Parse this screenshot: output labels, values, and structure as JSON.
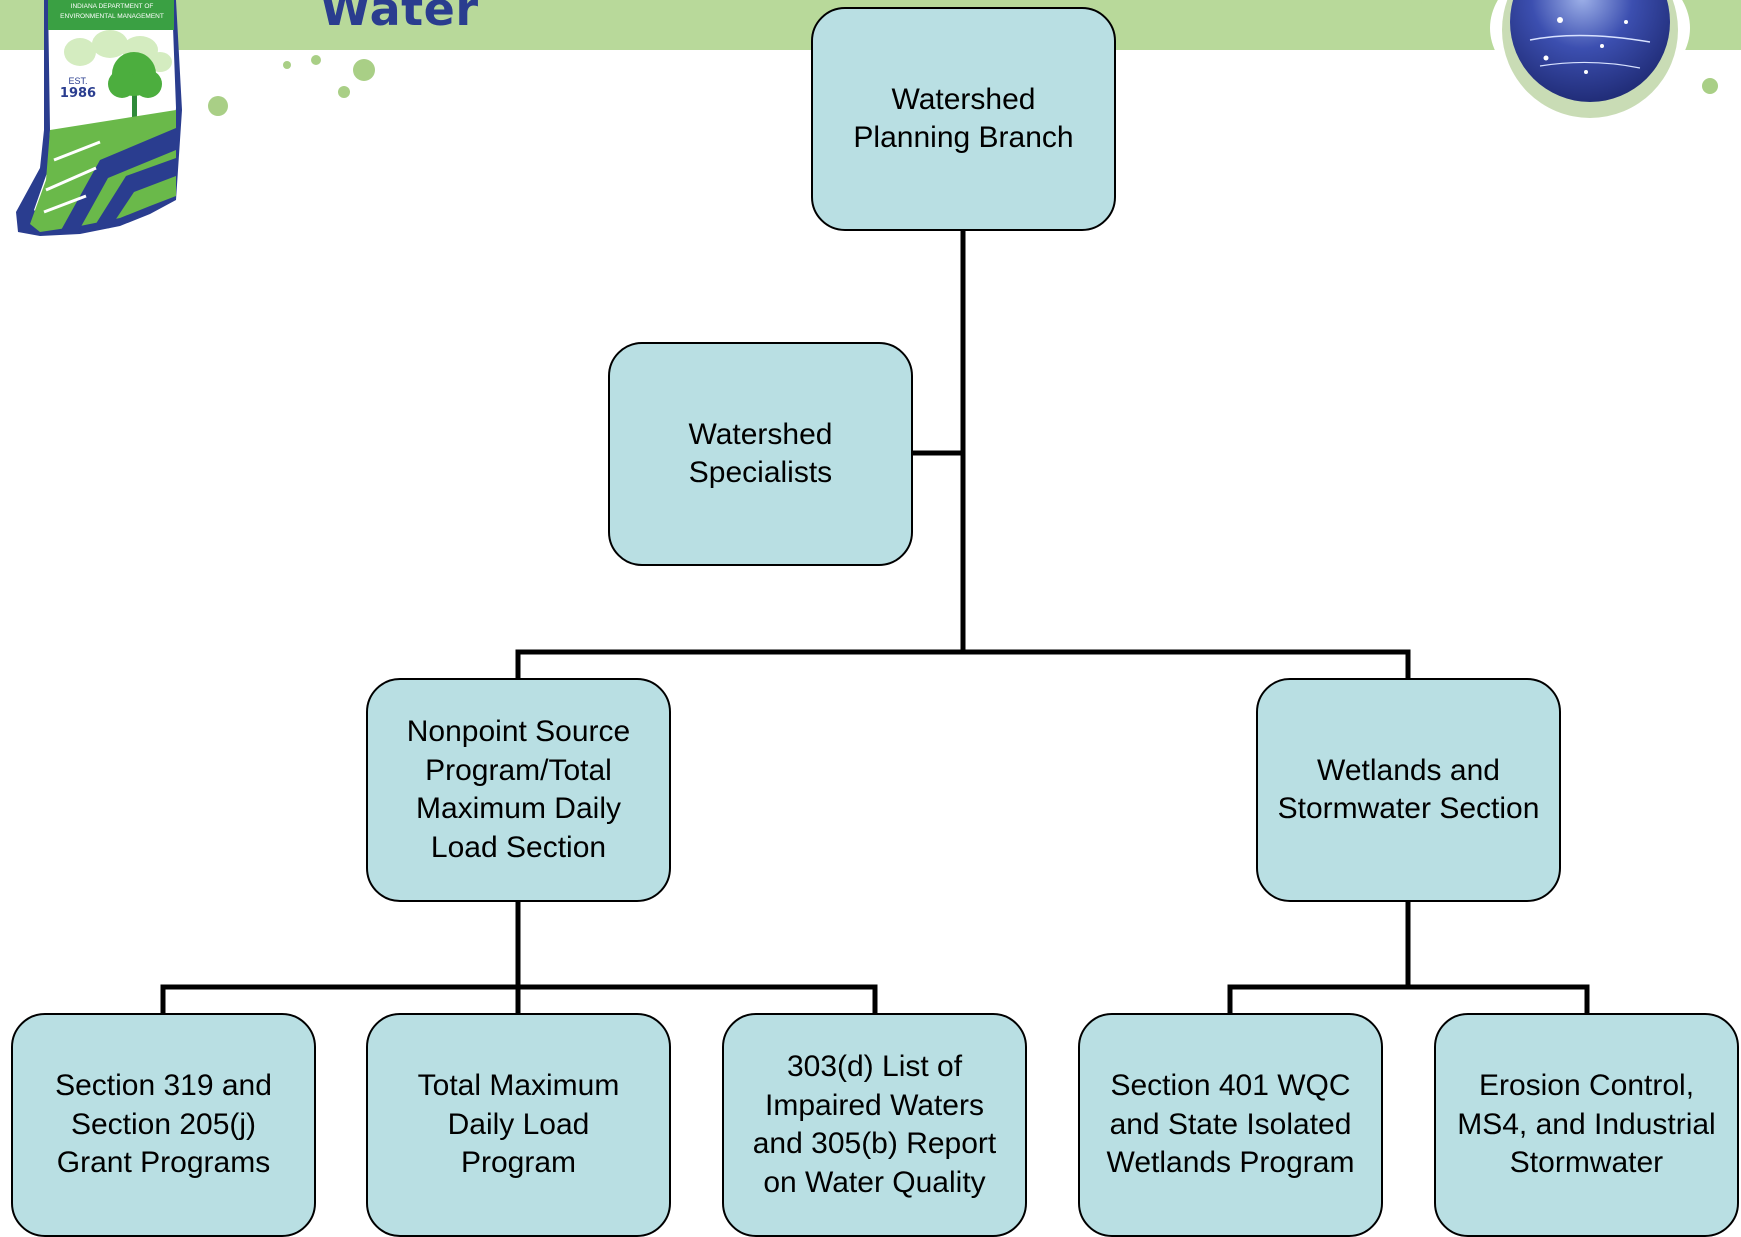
{
  "header": {
    "title": "Water",
    "logo": {
      "department": "INDIANA DEPARTMENT OF\nENVIRONMENTAL MANAGEMENT",
      "est": "EST.",
      "year": "1986"
    }
  },
  "org_chart": {
    "root": "Watershed\nPlanning Branch",
    "assistant": "Watershed\nSpecialists",
    "sections": [
      {
        "label": "Nonpoint Source\nProgram/Total\nMaximum Daily\nLoad Section",
        "units": [
          "Section 319 and\nSection 205(j)\nGrant Programs",
          "Total Maximum\nDaily Load\nProgram",
          "303(d) List of\nImpaired Waters\nand 305(b) Report\non Water Quality"
        ]
      },
      {
        "label": "Wetlands and\nStormwater Section",
        "units": [
          "Section 401 WQC\nand State Isolated\nWetlands Program",
          "Erosion Control,\nMS4, and Industrial\nStormwater"
        ]
      }
    ]
  },
  "colors": {
    "node_fill": "#b9dfe3",
    "banner_green": "#b8d99a",
    "title_blue": "#2a3d8f"
  }
}
